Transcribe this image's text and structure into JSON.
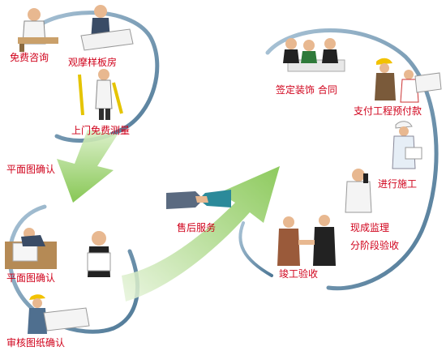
{
  "colors": {
    "label_red": "#d0021b",
    "label_dark": "#1a1a1a",
    "ring": "#6f93ad",
    "arrow_green": "#7ac142"
  },
  "steps": {
    "free_consult": "免费咨询",
    "view_model_room": "观摩样板房",
    "onsite_measure": "上门免费测量",
    "floorplan_confirm_1": "平面图确认",
    "floorplan_confirm_2": "平面图确认",
    "review_drawings": "审核图纸确认",
    "after_sales": "售后服务",
    "sign_contract": "签定装饰 合同",
    "pay_advance": "支付工程预付款",
    "construction": "进行施工",
    "supervision_line1": "现成监理",
    "supervision_line2": "分阶段验收",
    "completion": "竣工验收"
  },
  "illustrations": [
    {
      "name": "consultant-figure",
      "icon": "person-at-desk"
    },
    {
      "name": "visitor-figure",
      "icon": "person-with-plans"
    },
    {
      "name": "measurer-figure",
      "icon": "person-with-tape-measure"
    },
    {
      "name": "drafter-figure",
      "icon": "person-drawing"
    },
    {
      "name": "client-figure",
      "icon": "person-holding-paper"
    },
    {
      "name": "engineer-figure",
      "icon": "worker-with-blueprint"
    },
    {
      "name": "handshake-figure",
      "icon": "handshake"
    },
    {
      "name": "meeting-figure",
      "icon": "contract-meeting"
    },
    {
      "name": "payment-figure",
      "icon": "workers-with-plans"
    },
    {
      "name": "builder-figure",
      "icon": "worker-writing"
    },
    {
      "name": "inspector-figure",
      "icon": "person-on-phone"
    },
    {
      "name": "completion-figure",
      "icon": "two-people-handshake"
    }
  ]
}
